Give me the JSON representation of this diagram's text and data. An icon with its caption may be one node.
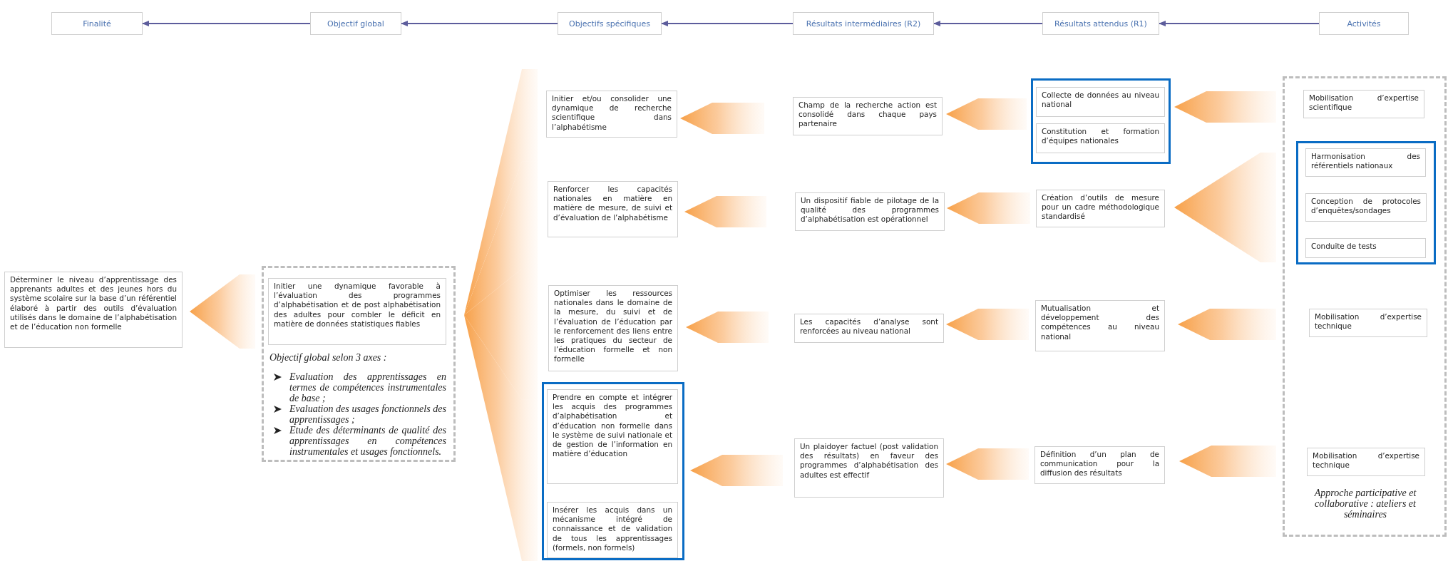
{
  "diagram": {
    "nodes": [
      {
        "text": [
          "Finalité"
        ]
      },
      {
        "text": [
          "Objectif global"
        ]
      },
      {
        "text": [
          "Objectifs spécifiques"
        ]
      },
      {
        "text": [
          "Résultats intermédiaires (R2)"
        ]
      },
      {
        "text": [
          "Résultats attendus (R1)"
        ]
      },
      {
        "text": [
          "Activités"
        ]
      },
      {
        "text": [
          "Déterminer le niveau d’apprentissage des apprenants adultes et des jeunes hors du système scolaire sur la base d’un référentiel élaboré à partir des outils d’évaluation utilisés dans le domaine de l’alphabétisation et de l’éducation non formelle"
        ]
      },
      {
        "text": [
          "Objectif global selon 3 axes :",
          "Evaluation des apprentissages en termes de compétences instrumentales de base ;",
          "Evaluation des usages fonctionnels des apprentissages ;",
          "Etude des déterminants de qualité des apprentissages en compétences instrumentales et usages fonctionnels."
        ]
      },
      {
        "text": [
          "Initier une dynamique favorable à l’évaluation des programmes d’alphabétisation et de post alphabétisation des adultes pour combler le déficit en matière de données statistiques fiables"
        ],
        "in": 7
      },
      {
        "text": [
          "Initier et/ou consolider une dynamique de recherche scientifique dans l’alphabétisme"
        ]
      },
      {
        "text": [
          "Renforcer les capacités nationales en matière en matière de mesure, de suivi et d’évaluation de l’alphabétisme"
        ]
      },
      {
        "text": [
          "Optimiser les ressources nationales dans le domaine de la mesure, du suivi et de l’évaluation de l’éducation par le renforcement des liens entre les pratiques du secteur de l’éducation formelle et non formelle"
        ]
      },
      {
        "text": [],
        "shape": "box"
      },
      {
        "text": [
          "Prendre en compte et intégrer les acquis des programmes d’alphabétisation et d’éducation non formelle dans le système de suivi nationale et de gestion de l’information en matière d’éducation"
        ],
        "in": 12
      },
      {
        "text": [
          "Insérer les acquis dans un mécanisme intégré de connaissance et de validation de tous les apprentissages (formels, non formels)"
        ],
        "in": 12
      },
      {
        "text": [
          "Champ de la recherche action est consolidé dans chaque pays partenaire"
        ]
      },
      {
        "text": [
          "Un dispositif fiable de pilotage de la qualité des programmes d’alphabétisation est opérationnel"
        ]
      },
      {
        "text": [
          "Les capacités d’analyse sont renforcées au niveau national"
        ]
      },
      {
        "text": [
          "Un plaidoyer factuel (post validation des résultats) en faveur des programmes d’alphabétisation des adultes est effectif"
        ]
      },
      {
        "text": [],
        "shape": "box"
      },
      {
        "text": [
          "Collecte de données au niveau national"
        ],
        "in": 19
      },
      {
        "text": [
          "Constitution et formation d’équipes nationales"
        ],
        "in": 19
      },
      {
        "text": [
          "Création d’outils de mesure pour un cadre méthodologique standardisé"
        ]
      },
      {
        "text": [
          "Mutualisation et développement des compétences au niveau national"
        ]
      },
      {
        "text": [
          "Définition d’un plan de communication pour la diffusion des résultats"
        ]
      },
      {
        "text": [
          "Approche participative et collaborative : ateliers et séminaires"
        ]
      },
      {
        "text": [
          "Mobilisation d’expertise scientifique"
        ],
        "in": 25
      },
      {
        "text": [],
        "shape": "box",
        "in": 25
      },
      {
        "text": [
          "Harmonisation des référentiels nationaux"
        ],
        "in": 27
      },
      {
        "text": [
          "Conception de protocoles d’enquêtes/sondages"
        ],
        "in": 27
      },
      {
        "text": [
          "Conduite de tests"
        ],
        "in": 27
      },
      {
        "text": [
          "Mobilisation d’expertise technique"
        ],
        "in": 25
      },
      {
        "text": [
          "Mobilisation d’expertise technique"
        ],
        "in": 25
      }
    ],
    "edges": [
      {
        "from": 1,
        "to": 0,
        "arrow": "to"
      },
      {
        "from": 2,
        "to": 1,
        "arrow": "to"
      },
      {
        "from": 3,
        "to": 2,
        "arrow": "to"
      },
      {
        "from": 4,
        "to": 3,
        "arrow": "to"
      },
      {
        "from": 5,
        "to": 4,
        "arrow": "to"
      },
      {
        "from": 7,
        "to": 6,
        "arrow": "to"
      },
      {
        "from": 9,
        "to": 7,
        "arrow": "to"
      },
      {
        "from": 10,
        "to": 7,
        "arrow": "to"
      },
      {
        "from": 11,
        "to": 7,
        "arrow": "to"
      },
      {
        "from": 12,
        "to": 7,
        "arrow": "to"
      },
      {
        "from": 15,
        "to": 9,
        "arrow": "to"
      },
      {
        "from": 16,
        "to": 10,
        "arrow": "to"
      },
      {
        "from": 17,
        "to": 11,
        "arrow": "to"
      },
      {
        "from": 18,
        "to": 12,
        "arrow": "to"
      },
      {
        "from": 19,
        "to": 15,
        "arrow": "to"
      },
      {
        "from": 22,
        "to": 16,
        "arrow": "to"
      },
      {
        "from": 23,
        "to": 17,
        "arrow": "to"
      },
      {
        "from": 24,
        "to": 18,
        "arrow": "to"
      },
      {
        "from": 26,
        "to": 19,
        "arrow": "to"
      },
      {
        "from": 27,
        "to": 22,
        "arrow": "to"
      },
      {
        "from": 31,
        "to": 23,
        "arrow": "to"
      },
      {
        "from": 32,
        "to": 24,
        "arrow": "to"
      }
    ]
  }
}
